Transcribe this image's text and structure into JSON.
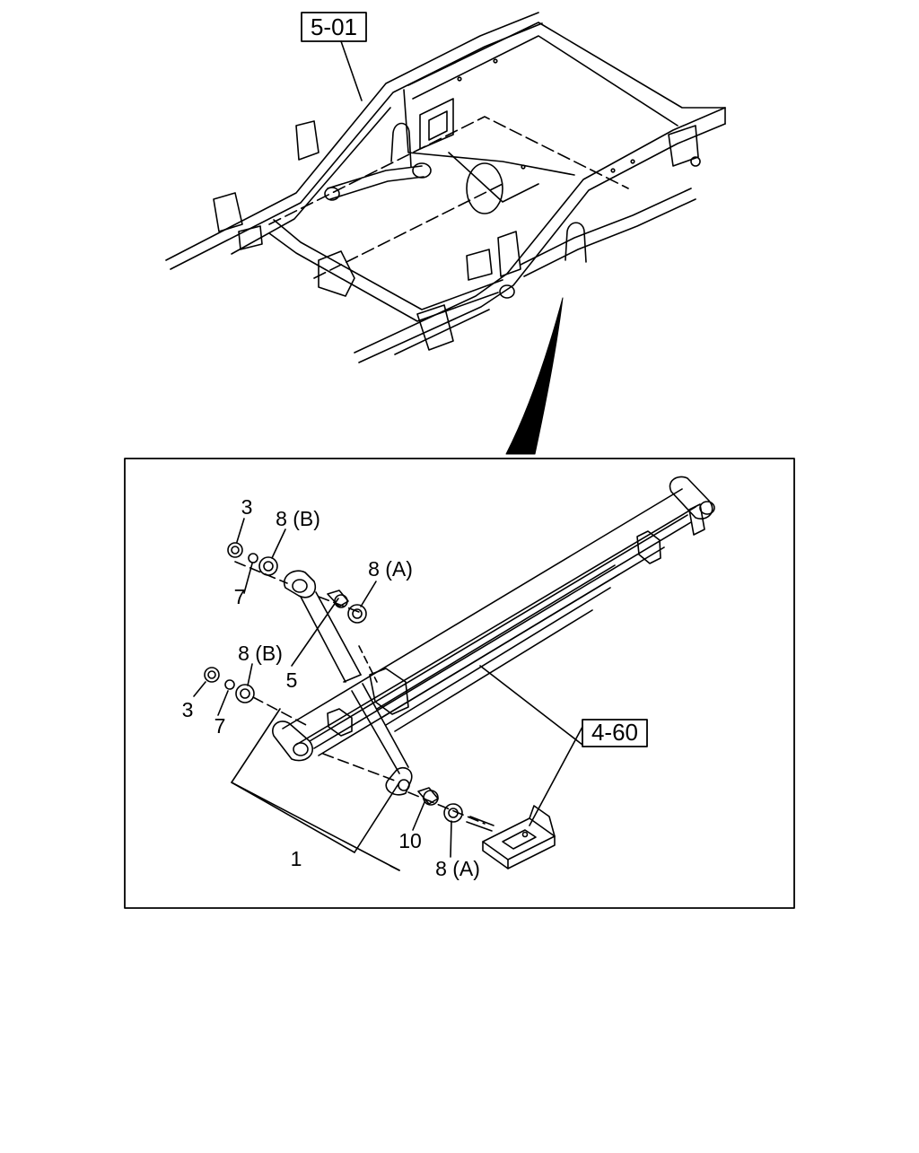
{
  "diagram": {
    "references": {
      "frame_ref": "5-01",
      "spring_ref": "4-60"
    },
    "callouts": {
      "nut_upper": "3",
      "bushing_upper_outer": "8 (B)",
      "washer_upper": "7",
      "bushing_upper_inner": "8 (A)",
      "shock_absorber": "5",
      "bushing_lower_outer": "8 (B)",
      "nut_lower": "3",
      "washer_lower": "7",
      "assembly": "1",
      "collar": "10",
      "bushing_lower_inner": "8 (A)"
    }
  }
}
